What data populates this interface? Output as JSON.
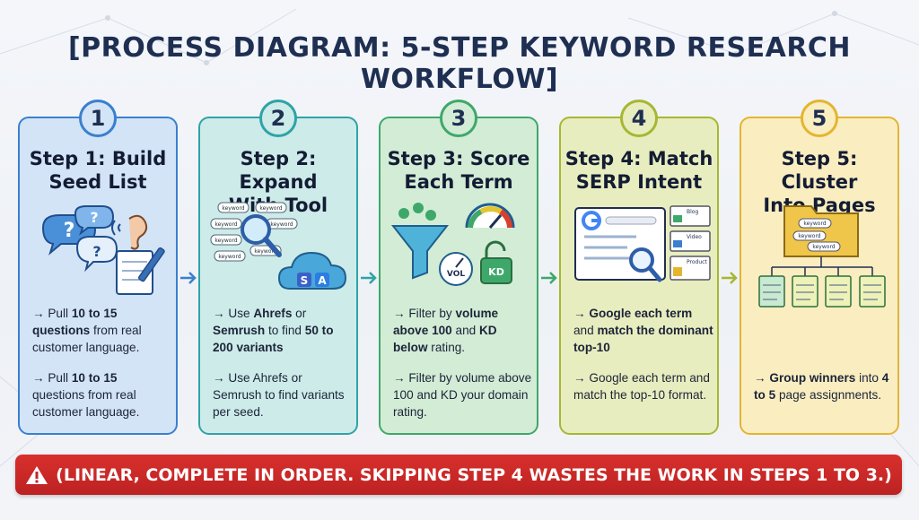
{
  "title": "[PROCESS DIAGRAM: 5-STEP KEYWORD RESEARCH WORKFLOW]",
  "steps": [
    {
      "number": "1",
      "title_line1": "Step 1: Build",
      "title_line2": "Seed List",
      "accent": "#3b7fcf",
      "bg": "#d3e4f7",
      "bullet1": [
        {
          "t": "→ Pull ",
          "b": false
        },
        {
          "t": "10 to 15 questions",
          "b": true
        },
        {
          "t": " from real customer language.",
          "b": false
        }
      ],
      "bullet2": [
        {
          "t": "→ Pull ",
          "b": false
        },
        {
          "t": "10 to 15",
          "b": true
        },
        {
          "t": " questions from real customer language.",
          "b": false
        }
      ]
    },
    {
      "number": "2",
      "title_line1": "Step 2: Expand",
      "title_line2": "With Tool",
      "accent": "#2fa3a6",
      "bg": "#cdebe9",
      "bullet1": [
        {
          "t": "→ Use ",
          "b": false
        },
        {
          "t": "Ahrefs",
          "b": true
        },
        {
          "t": " or ",
          "b": false
        },
        {
          "t": "Semrush",
          "b": true
        },
        {
          "t": " to find ",
          "b": false
        },
        {
          "t": "50 to 200 variants",
          "b": true
        }
      ],
      "bullet2": [
        {
          "t": "→ Use Ahrefs or Semrush to find variants per seed.",
          "b": false
        }
      ],
      "keywords": [
        "keyword",
        "keyword",
        "keyword",
        "keyword",
        "keyword",
        "keyword",
        "keyword"
      ],
      "tool_letters": [
        "S",
        "A"
      ]
    },
    {
      "number": "3",
      "title_line1": "Step 3: Score",
      "title_line2": "Each Term",
      "accent": "#3ea86a",
      "bg": "#d3ecd6",
      "bullet1": [
        {
          "t": "→ Filter by ",
          "b": false
        },
        {
          "t": "volume above 100",
          "b": true
        },
        {
          "t": " and ",
          "b": false
        },
        {
          "t": "KD below",
          "b": true
        },
        {
          "t": " rating.",
          "b": false
        }
      ],
      "bullet2": [
        {
          "t": "→ Filter by volume above 100 and KD your domain rating.",
          "b": false
        }
      ],
      "gauge_labels": [
        "VOL",
        "KD"
      ]
    },
    {
      "number": "4",
      "title_line1": "Step 4: Match",
      "title_line2": "SERP Intent",
      "accent": "#a7b733",
      "bg": "#e8edbf",
      "bullet1": [
        {
          "t": "→ ",
          "b": false
        },
        {
          "t": "Google each term",
          "b": true
        },
        {
          "t": " and ",
          "b": false
        },
        {
          "t": "match the dominant top-10",
          "b": true
        }
      ],
      "bullet2": [
        {
          "t": "→ Google each term and match the top-10 format.",
          "b": false
        }
      ],
      "result_labels": [
        "Blog",
        "Video",
        "Product"
      ]
    },
    {
      "number": "5",
      "title_line1": "Step 5: Cluster",
      "title_line2": "Into Pages",
      "accent": "#e3b531",
      "bg": "#faedc0",
      "bullet1": [
        {
          "t": "→ ",
          "b": false
        },
        {
          "t": "Group winners",
          "b": true
        },
        {
          "t": " into ",
          "b": false
        },
        {
          "t": "4 to 5",
          "b": true
        },
        {
          "t": " page assignments.",
          "b": false
        }
      ],
      "bullet2": [],
      "keywords": [
        "keyword",
        "keyword",
        "keyword"
      ]
    }
  ],
  "banner": {
    "icon": "warning-icon",
    "text": "(LINEAR, COMPLETE IN ORDER. SKIPPING STEP 4 WASTES THE WORK IN STEPS 1 TO 3.)"
  }
}
